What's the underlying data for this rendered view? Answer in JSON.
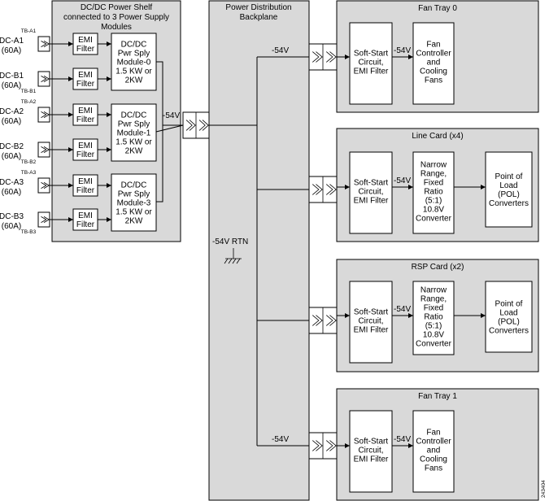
{
  "shelf": {
    "title_lines": [
      "DC/DC Power Shelf",
      "connected to 3 Power Supply",
      "Modules"
    ],
    "emi_lines": [
      "EMI",
      "Filter"
    ],
    "modules": [
      {
        "lines": [
          "DC/DC",
          "Pwr Sply",
          "Module-0",
          "1.5 KW or",
          "2KW"
        ]
      },
      {
        "lines": [
          "DC/DC",
          "Pwr Sply",
          "Module-1",
          "1.5 KW or",
          "2KW"
        ]
      },
      {
        "lines": [
          "DC/DC",
          "Pwr Sply",
          "Module-3",
          "1.5 KW or",
          "2KW"
        ]
      }
    ],
    "inputs": [
      {
        "name": "DC-A1",
        "amps": "(60A)",
        "tb": "TB-A1"
      },
      {
        "name": "DC-B1",
        "amps": "(60A)",
        "tb": "TB-B1"
      },
      {
        "name": "DC-A2",
        "amps": "(60A)",
        "tb": "TB-A2"
      },
      {
        "name": "DC-B2",
        "amps": "(60A)",
        "tb": "TB-B2"
      },
      {
        "name": "DC-A3",
        "amps": "(60A)",
        "tb": "TB-A3"
      },
      {
        "name": "DC-B3",
        "amps": "(60A)",
        "tb": "TB-B3"
      }
    ],
    "output_label": "-54V"
  },
  "backplane": {
    "title_lines": [
      "Power Distribution",
      "Backplane"
    ],
    "rtn_label": "-54V RTN"
  },
  "cards": [
    {
      "title": "Fan Tray 0",
      "bus_label": "-54V",
      "softstart_lines": [
        "Soft-Start",
        "Circuit,",
        "EMI Filter"
      ],
      "mid_label": "-54V",
      "block_lines": [
        "Fan",
        "Controller",
        "and",
        "Cooling",
        "Fans"
      ],
      "load_lines": []
    },
    {
      "title": "Line Card (x4)",
      "bus_label": "",
      "softstart_lines": [
        "Soft-Start",
        "Circuit,",
        "EMI Filter"
      ],
      "mid_label": "-54V",
      "block_lines": [
        "Narrow",
        "Range,",
        "Fixed",
        "Ratio",
        "(5:1)",
        "10.8V",
        "Converter"
      ],
      "load_lines": [
        "Point of",
        "Load",
        "(POL)",
        "Converters"
      ]
    },
    {
      "title": "RSP Card (x2)",
      "bus_label": "",
      "softstart_lines": [
        "Soft-Start",
        "Circuit,",
        "EMI Filter"
      ],
      "mid_label": "-54V",
      "block_lines": [
        "Narrow",
        "Range,",
        "Fixed",
        "Ratio",
        "(5:1)",
        "10.8V",
        "Converter"
      ],
      "load_lines": [
        "Point of",
        "Load",
        "(POL)",
        "Converters"
      ]
    },
    {
      "title": "Fan Tray 1",
      "bus_label": "-54V",
      "softstart_lines": [
        "Soft-Start",
        "Circuit,",
        "EMI Filter"
      ],
      "mid_label": "-54V",
      "block_lines": [
        "Fan",
        "Controller",
        "and",
        "Cooling",
        "Fans"
      ],
      "load_lines": []
    }
  ],
  "figure_id": "243404",
  "colors": {
    "panel": "#d9d9d9",
    "box": "#ffffff",
    "line": "#000000"
  }
}
